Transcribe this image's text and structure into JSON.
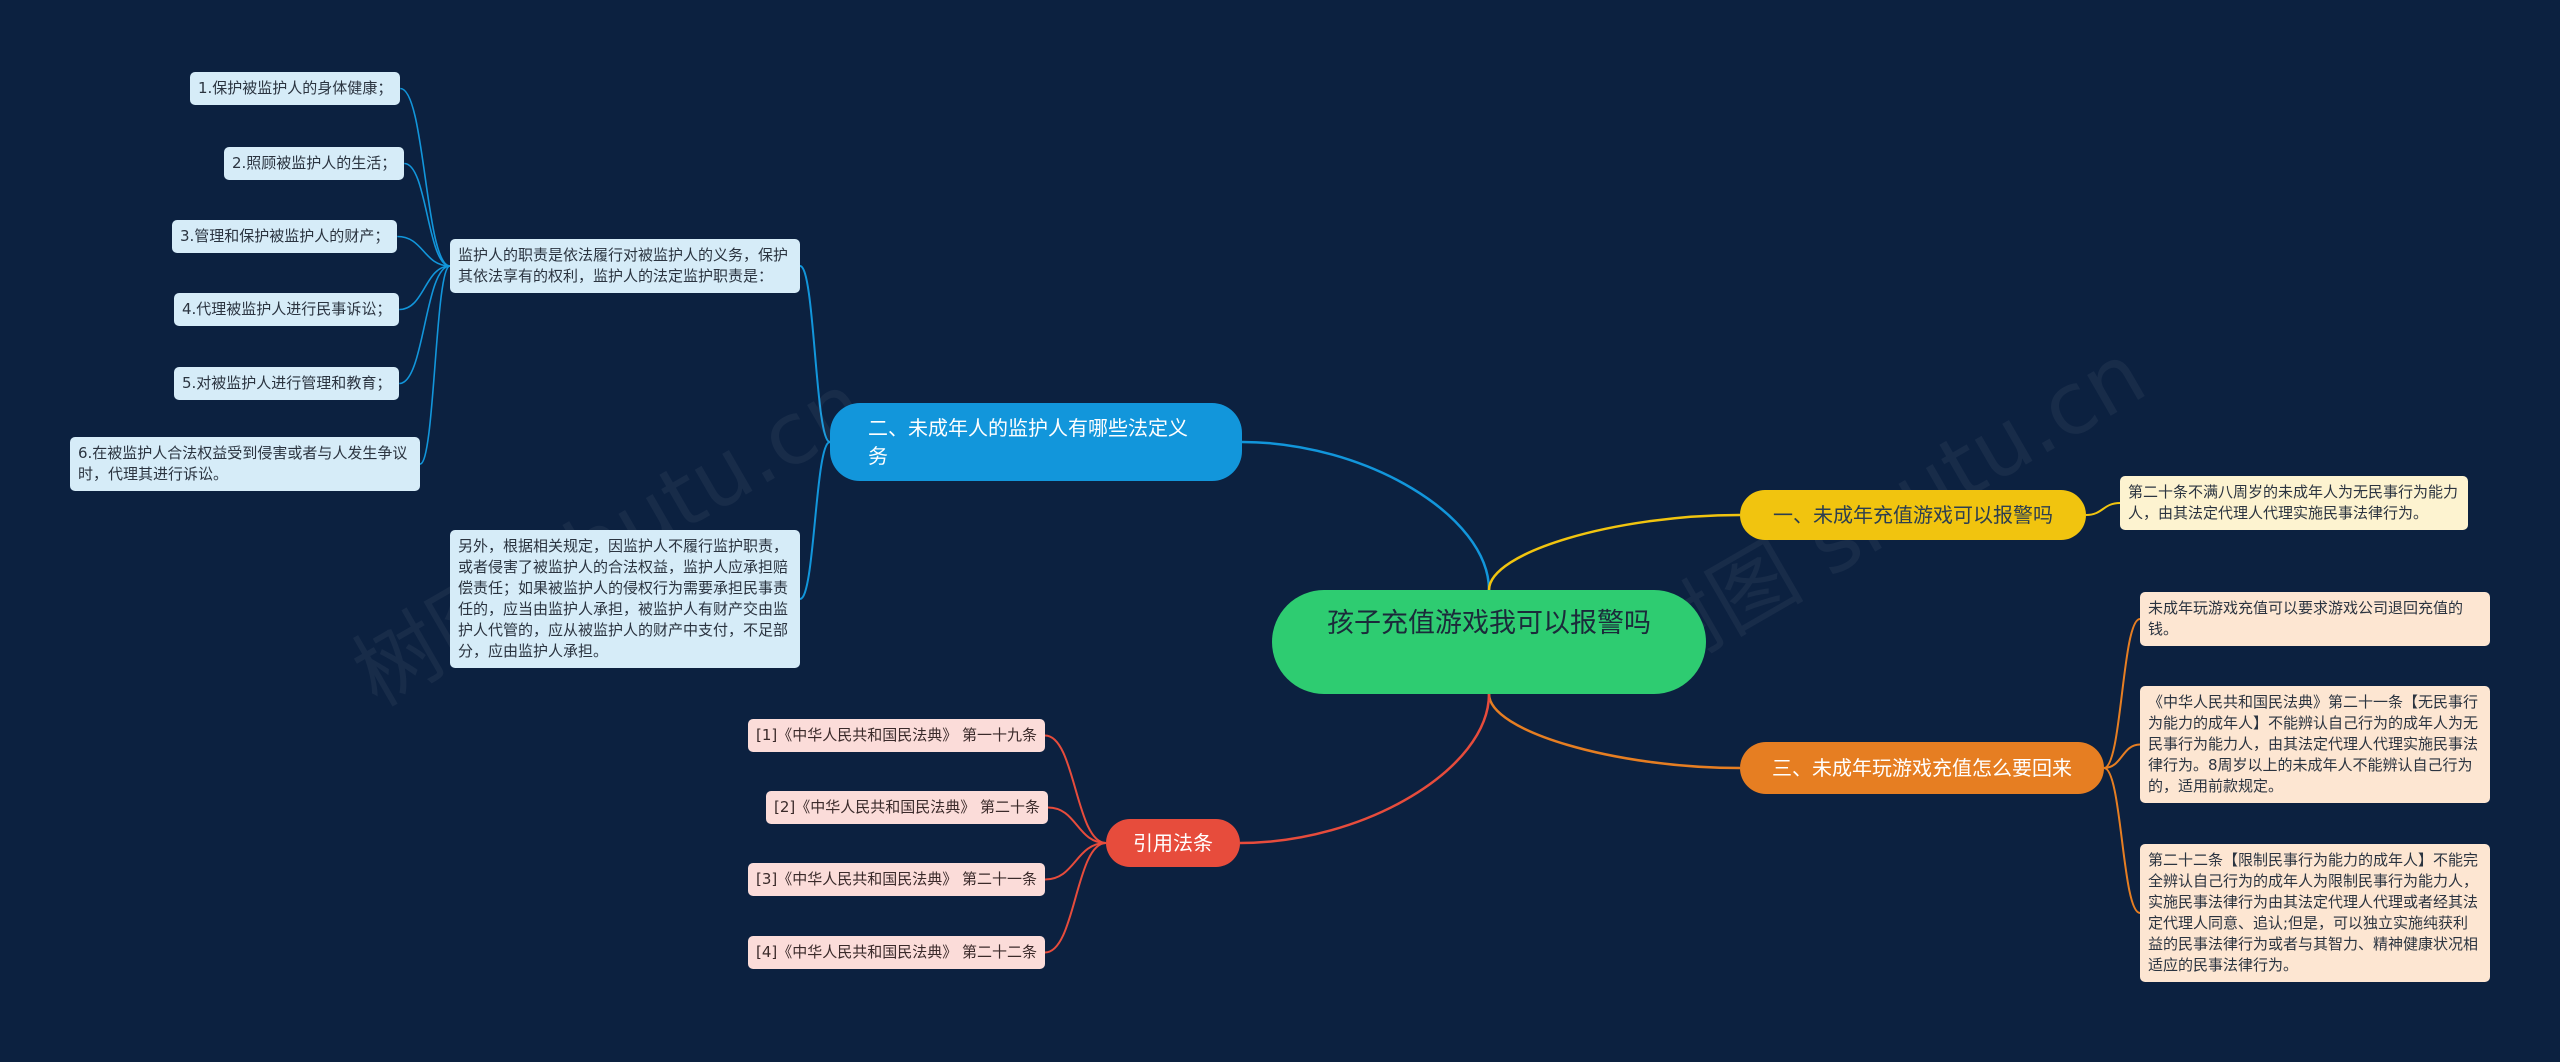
{
  "root": {
    "label": "孩子充值游戏我可以报警吗"
  },
  "branches": {
    "guardian": {
      "label": "二、未成年人的监护人有哪些法定义务",
      "color": "#1296db",
      "intro": "监护人的职责是依法履行对被监护人的义务，保护其依法享有的权利，监护人的法定监护职责是：",
      "duties": [
        "1.保护被监护人的身体健康；",
        "2.照顾被监护人的生活；",
        "3.管理和保护被监护人的财产；",
        "4.代理被监护人进行民事诉讼；",
        "5.对被监护人进行管理和教育；",
        "6.在被监护人合法权益受到侵害或者与人发生争议时，代理其进行诉讼。"
      ],
      "note": "另外，根据相关规定，因监护人不履行监护职责，或者侵害了被监护人的合法权益，监护人应承担赔偿责任；如果被监护人的侵权行为需要承担民事责任的，应当由监护人承担，被监护人有财产交由监护人代管的，应从被监护人的财产中支付，不足部分，应由监护人承担。"
    },
    "police": {
      "label": "一、未成年充值游戏可以报警吗",
      "color": "#f1c40f",
      "text": "第二十条不满八周岁的未成年人为无民事行为能力人，由其法定代理人代理实施民事法律行为。"
    },
    "refund": {
      "label": "三、未成年玩游戏充值怎么要回来",
      "color": "#e67e22",
      "items": [
        "未成年玩游戏充值可以要求游戏公司退回充值的钱。",
        "《中华人民共和国民法典》第二十一条【无民事行为能力的成年人】不能辨认自己行为的成年人为无民事行为能力人，由其法定代理人代理实施民事法律行为。8周岁以上的未成年人不能辨认自己行为的，适用前款规定。",
        "第二十二条【限制民事行为能力的成年人】不能完全辨认自己行为的成年人为限制民事行为能力人，实施民事法律行为由其法定代理人代理或者经其法定代理人同意、追认;但是，可以独立实施纯获利益的民事法律行为或者与其智力、精神健康状况相适应的民事法律行为。"
      ]
    },
    "laws": {
      "label": "引用法条",
      "color": "#e74c3c",
      "items": [
        "[1]《中华人民共和国民法典》 第一十九条",
        "[2]《中华人民共和国民法典》 第二十条",
        "[3]《中华人民共和国民法典》 第二十一条",
        "[4]《中华人民共和国民法典》 第二十二条"
      ]
    }
  },
  "watermark": "树图 shutu.cn"
}
